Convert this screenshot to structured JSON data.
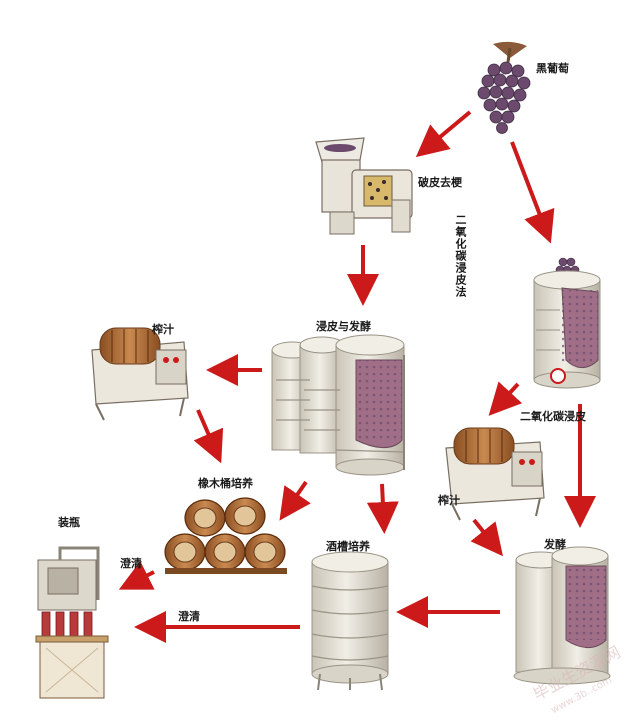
{
  "labels": {
    "black_grapes": "黑葡萄",
    "crush_destem": "破皮去梗",
    "carbonic_maceration_method": "二氧化碳浸皮法",
    "maceration_fermentation": "浸皮与发酵",
    "press_left": "榨汁",
    "carbonic_maceration": "二氧化碳浸皮",
    "oak_aging": "橡木桶培养",
    "press_right": "榨汁",
    "fermentation": "发酵",
    "bottling": "装瓶",
    "tank_aging": "酒槽培养",
    "clarify_upper": "澄清",
    "clarify_lower": "澄清"
  },
  "watermark": {
    "text": "毕业生资源网",
    "url": "www.3b..com"
  },
  "colors": {
    "arrow": "#cc1a1a",
    "steel": "#e6e2d6",
    "steel_dark": "#9a9486",
    "wood": "#b0703a",
    "grape": "#6b4a6e",
    "must": "#a06e86",
    "frame": "#7a6e62"
  }
}
